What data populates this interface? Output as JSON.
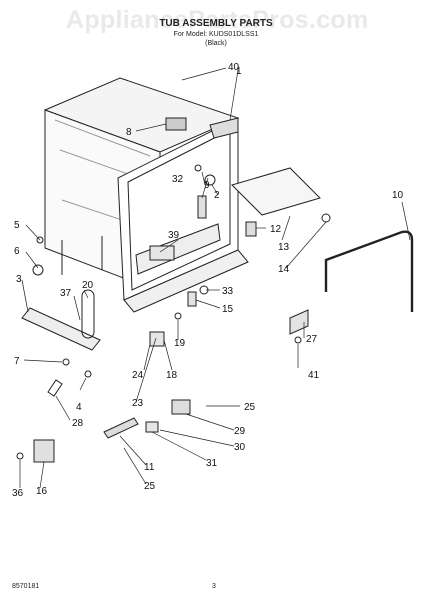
{
  "watermark": "AppliancePartsPros.com",
  "header": {
    "title": "TUB ASSEMBLY PARTS",
    "model": "For Model: KUDS01DLSS1",
    "color": "(Black)"
  },
  "footer": {
    "code": "8570181",
    "page": "3"
  },
  "callouts": [
    {
      "id": "c40",
      "text": "40"
    },
    {
      "id": "c1",
      "text": "1"
    },
    {
      "id": "c8",
      "text": "8"
    },
    {
      "id": "c9",
      "text": "9"
    },
    {
      "id": "c32",
      "text": "32"
    },
    {
      "id": "c2",
      "text": "2"
    },
    {
      "id": "c10",
      "text": "10"
    },
    {
      "id": "c5",
      "text": "5"
    },
    {
      "id": "c6",
      "text": "6"
    },
    {
      "id": "c39",
      "text": "39"
    },
    {
      "id": "c12",
      "text": "12"
    },
    {
      "id": "c13",
      "text": "13"
    },
    {
      "id": "c14",
      "text": "14"
    },
    {
      "id": "c3",
      "text": "3"
    },
    {
      "id": "c20",
      "text": "20"
    },
    {
      "id": "c37",
      "text": "37"
    },
    {
      "id": "c33",
      "text": "33"
    },
    {
      "id": "c15",
      "text": "15"
    },
    {
      "id": "c27",
      "text": "27"
    },
    {
      "id": "c7",
      "text": "7"
    },
    {
      "id": "c19",
      "text": "19"
    },
    {
      "id": "c24",
      "text": "24"
    },
    {
      "id": "c18",
      "text": "18"
    },
    {
      "id": "c41",
      "text": "41"
    },
    {
      "id": "c4",
      "text": "4"
    },
    {
      "id": "c28",
      "text": "28"
    },
    {
      "id": "c23",
      "text": "23"
    },
    {
      "id": "c25a",
      "text": "25"
    },
    {
      "id": "c29",
      "text": "29"
    },
    {
      "id": "c30",
      "text": "30"
    },
    {
      "id": "c31",
      "text": "31"
    },
    {
      "id": "c11",
      "text": "11"
    },
    {
      "id": "c25b",
      "text": "25"
    },
    {
      "id": "c36",
      "text": "36"
    },
    {
      "id": "c16",
      "text": "16"
    }
  ]
}
